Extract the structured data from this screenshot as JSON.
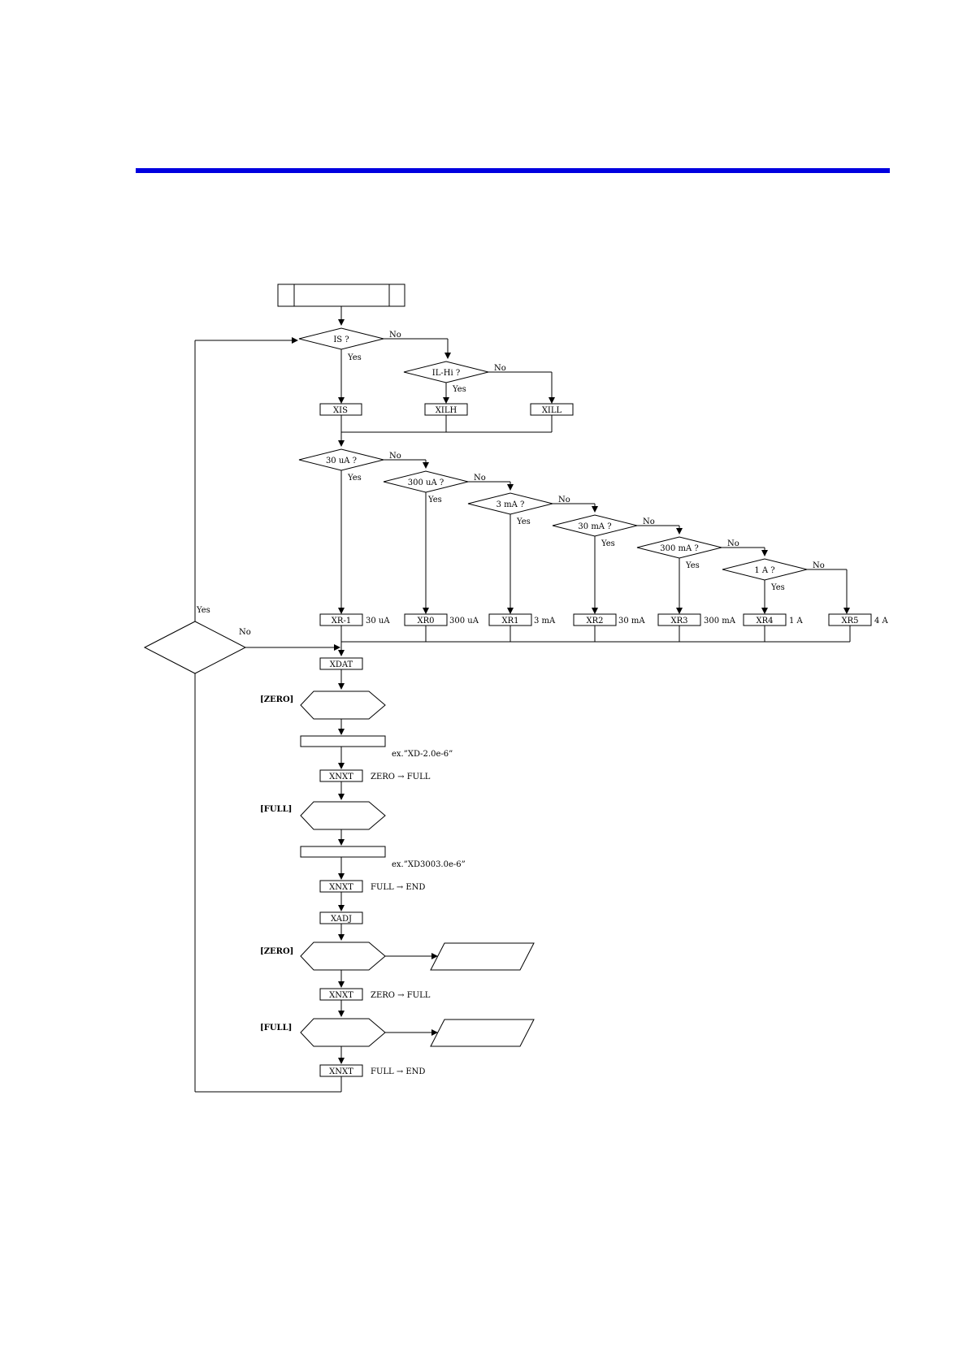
{
  "header": {
    "rule_color": "#0000e0"
  },
  "decisions": {
    "is": "IS ?",
    "il_hi": "IL-Hi ?",
    "r30ua": "30 uA ?",
    "r300ua": "300 uA ?",
    "r3ma": "3 mA ?",
    "r30ma": "30 mA ?",
    "r300ma": "300 mA ?",
    "r1a": "1 A ?"
  },
  "branch": {
    "yes": "Yes",
    "no": "No"
  },
  "commands": {
    "xis": "XIS",
    "xilh": "XILH",
    "xill": "XILL",
    "xdat": "XDAT",
    "xnxt": "XNXT",
    "xadj": "XADJ"
  },
  "ranges": [
    {
      "cmd": "XR-1",
      "label": "30 uA"
    },
    {
      "cmd": "XR0",
      "label": "300 uA"
    },
    {
      "cmd": "XR1",
      "label": "3 mA"
    },
    {
      "cmd": "XR2",
      "label": "30 mA"
    },
    {
      "cmd": "XR3",
      "label": "300 mA"
    },
    {
      "cmd": "XR4",
      "label": "1 A"
    },
    {
      "cmd": "XR5",
      "label": "4 A"
    }
  ],
  "steps": {
    "zero": "[ZERO]",
    "full": "[FULL]",
    "example_zero": "ex.”XD-2.0e-6”",
    "example_full": "ex.”XD3003.0e-6”",
    "zero_to_full": "ZERO → FULL",
    "full_to_end": "FULL → END"
  }
}
